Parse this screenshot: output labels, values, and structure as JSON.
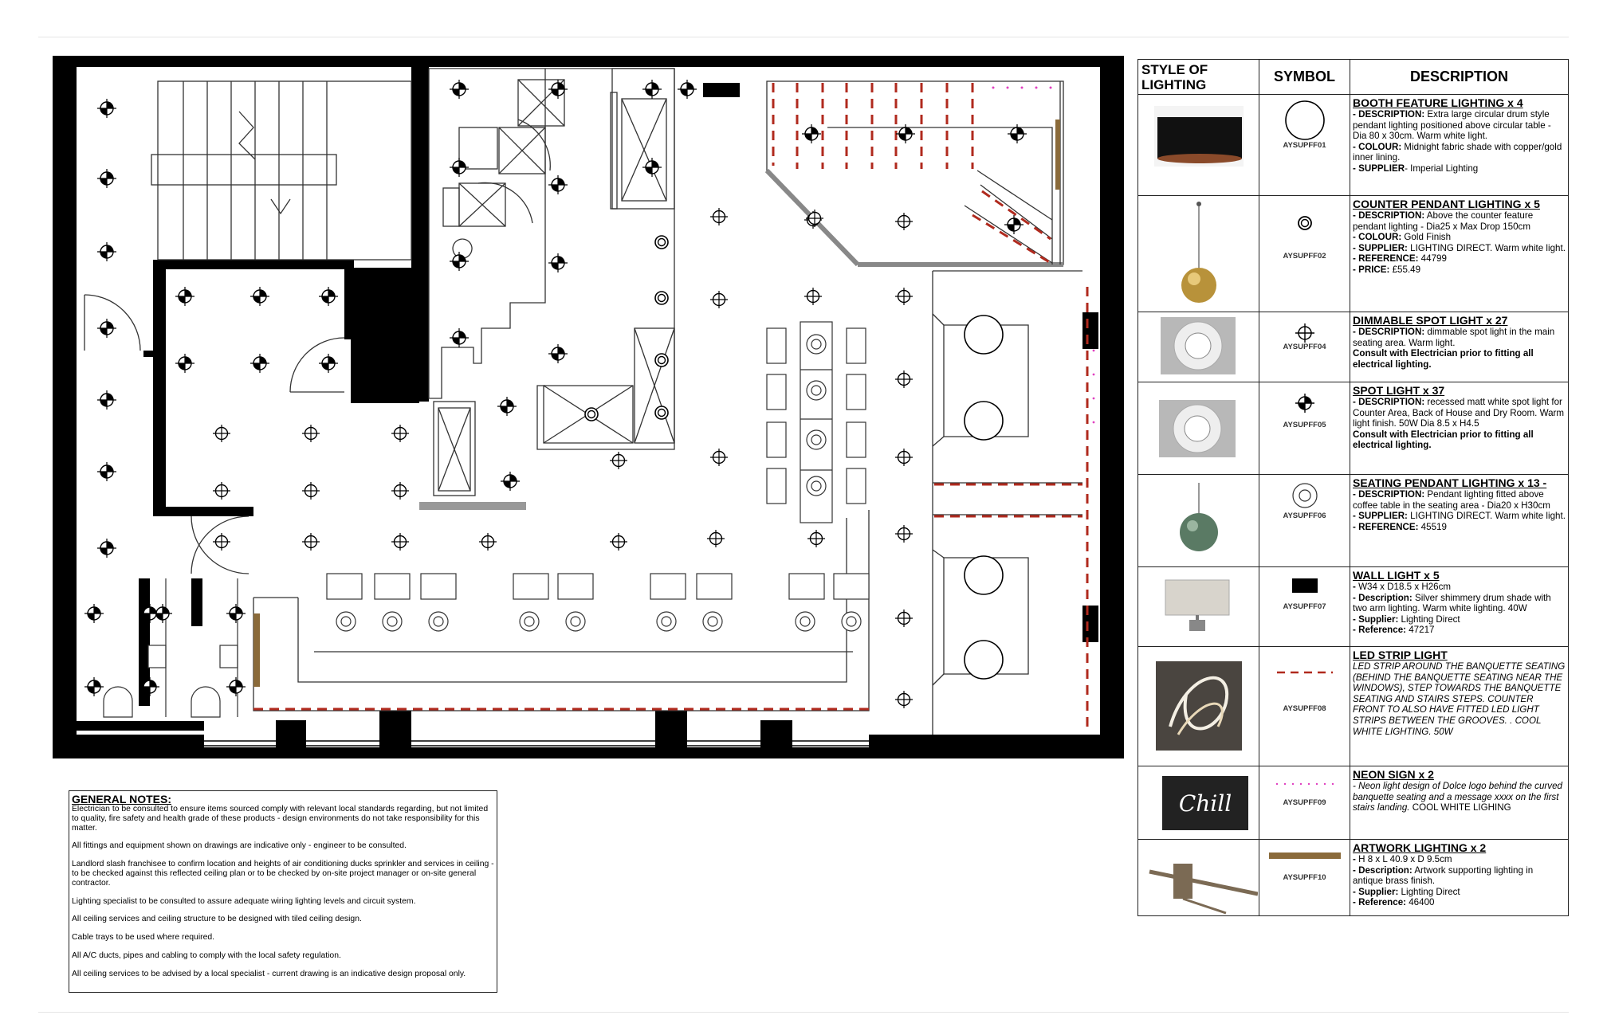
{
  "legend": {
    "headers": {
      "style": "STYLE OF LIGHTING",
      "symbol": "SYMBOL",
      "description": "DESCRIPTION"
    },
    "rows": [
      {
        "code": "AYSUPFF01",
        "symbol": "large-circle-icon",
        "title": "BOOTH FEATURE LIGHTING x 4",
        "lines": [
          {
            "k": "- DESCRIPTION:",
            "v": " Extra large circular drum style pendant lighting positioned above circular table - Dia 80 x 30cm. Warm white light."
          },
          {
            "k": "- COLOUR:",
            "v": " Midnight fabric shade with copper/gold inner lining."
          },
          {
            "k": "- SUPPLIER",
            "v": "- Imperial Lighting"
          }
        ]
      },
      {
        "code": "AYSUPFF02",
        "symbol": "double-small-circle-icon",
        "title": "COUNTER PENDANT LIGHTING x 5",
        "lines": [
          {
            "k": "- DESCRIPTION:",
            "v": " Above the counter feature pendant lighting - Dia25 x Max Drop 150cm"
          },
          {
            "k": "- COLOUR:",
            "v": " Gold Finish"
          },
          {
            "k": "- SUPPLIER:",
            "v": " LIGHTING DIRECT. Warm white light."
          },
          {
            "k": "- REFERENCE:",
            "v": " 44799"
          },
          {
            "k": "- PRICE:",
            "v": " £55.49"
          }
        ]
      },
      {
        "code": "AYSUPFF04",
        "symbol": "crosshair-circle-icon",
        "title": "DIMMABLE SPOT LIGHT x 27",
        "lines": [
          {
            "k": "- DESCRIPTION:",
            "v": " dimmable spot light in the main seating area. Warm light."
          },
          {
            "k": "",
            "v": "",
            "bold": "Consult with Electrician prior to fitting all electrical lighting."
          }
        ]
      },
      {
        "code": "AYSUPFF05",
        "symbol": "filled-quadrant-circle-icon",
        "title": "SPOT LIGHT x 37",
        "lines": [
          {
            "k": "- DESCRIPTION:",
            "v": " recessed matt white spot light for Counter Area, Back of House and Dry Room. Warm light finish. 50W Dia 8.5 x H4.5"
          },
          {
            "k": "",
            "v": "",
            "bold": "Consult with Electrician prior to fitting all electrical lighting."
          }
        ]
      },
      {
        "code": "AYSUPFF06",
        "symbol": "double-circle-icon",
        "title": "SEATING PENDANT LIGHTING x 13 -",
        "lines": [
          {
            "k": "- DESCRIPTION:",
            "v": " Pendant lighting fitted above coffee table in the seating area - Dia20 x H30cm"
          },
          {
            "k": "- SUPPLIER:",
            "v": " LIGHTING DIRECT. Warm white light."
          },
          {
            "k": "- REFERENCE:",
            "v": " 45519"
          }
        ]
      },
      {
        "code": "AYSUPFF07",
        "symbol": "black-rectangle-icon",
        "title": "WALL LIGHT x 5",
        "lines": [
          {
            "k": "-",
            "v": " W34 x D18.5 x H26cm"
          },
          {
            "k": "- Description:",
            "v": " Silver shimmery drum shade with two arm lighting. Warm white lighting. 40W"
          },
          {
            "k": "- Supplier:",
            "v": " Lighting Direct"
          },
          {
            "k": "- Reference:",
            "v": " 47217"
          }
        ]
      },
      {
        "code": "AYSUPFF08",
        "symbol": "red-dashed-line-icon",
        "title": "LED STRIP LIGHT",
        "italic": "LED STRIP AROUND THE BANQUETTE SEATING (BEHIND THE BANQUETTE SEATING NEAR THE WINDOWS), STEP TOWARDS THE BANQUETTE SEATING AND STAIRS STEPS. COUNTER FRONT TO ALSO HAVE FITTED LED LIGHT STRIPS BETWEEN THE GROOVES. . COOL WHITE LIGHTING. 50W",
        "lines": []
      },
      {
        "code": "AYSUPFF09",
        "symbol": "pink-dotted-line-icon",
        "title": "NEON SIGN x 2",
        "italic": "- Neon light design of Dolce logo behind the curved banquette seating and a message xxxx on the first stairs landing.",
        "tail": " COOL WHITE LIGHING",
        "lines": []
      },
      {
        "code": "AYSUPFF10",
        "symbol": "brass-bar-icon",
        "title": "ARTWORK LIGHTING x 2",
        "lines": [
          {
            "k": "-",
            "v": " H 8 x L 40.9 x D 9.5cm"
          },
          {
            "k": "- Description:",
            "v": " Artwork supporting lighting in antique brass finish."
          },
          {
            "k": "- Supplier:",
            "v": " Lighting Direct"
          },
          {
            "k": "- Reference:",
            "v": " 46400"
          }
        ]
      }
    ],
    "neon_sample_text": "Chill"
  },
  "notes": {
    "title": "GENERAL NOTES:",
    "paragraphs": [
      "Electrician to be consulted to ensure items sourced comply with relevant local standards regarding, but not limited to quality, fire safety and health grade of these products - design environments do not take responsibility for this matter.",
      "All fittings and equipment shown on drawings are indicative only - engineer to be consulted.",
      "Landlord slash franchisee to confirm location and heights of air conditioning ducks sprinkler and services in ceiling - to be checked against this reflected ceiling plan or to be checked by on-site project manager or on-site general contractor.",
      "Lighting specialist to be consulted to assure adequate wiring lighting levels and circuit system.",
      "All ceiling services and ceiling structure to be designed with tiled ceiling design.",
      "Cable trays to be used where required.",
      "All A/C ducts, pipes and cabling to comply with the local safety regulation.",
      "All ceiling services to be advised by a local specialist - current drawing is an indicative design proposal only."
    ]
  },
  "colors": {
    "wall": "#000000",
    "led_strip": "#b02a1e",
    "neon": "#e040c0",
    "brass": "#8a6a3a",
    "gray": "#999999"
  }
}
